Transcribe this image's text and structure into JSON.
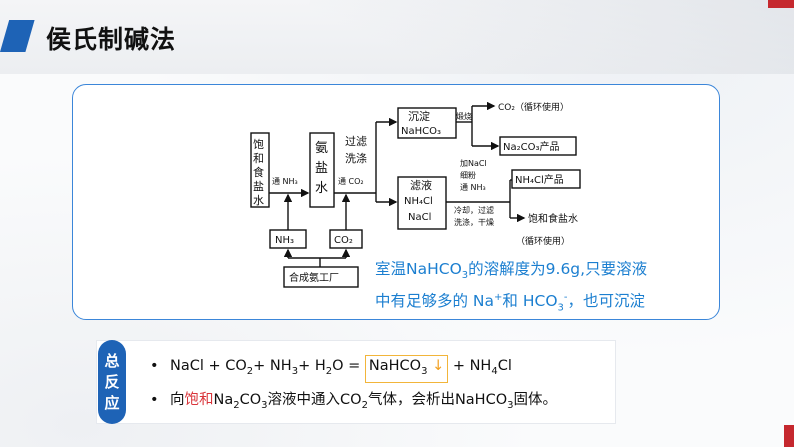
{
  "slide": {
    "title": "侯氏制碱法"
  },
  "diagram": {
    "boxes": {
      "brine": "饱和食盐水",
      "ammonia_brine": "氨盐水",
      "precipitate_line1": "沉淀",
      "precipitate_line2": "NaHCO₃",
      "filtrate_line1": "滤液",
      "filtrate_line2": "NH₄Cl",
      "filtrate_line3": "NaCl",
      "nh3": "NH₃",
      "co2": "CO₂",
      "plant": "合成氨工厂",
      "soda": "Na₂CO₃产品",
      "nh4cl_product": "NH₄Cl产品"
    },
    "labels": {
      "pass_nh3": "通 NH₃",
      "pass_co2": "通 CO₂",
      "filter_wash_1": "过滤",
      "filter_wash_2": "洗涤",
      "calcine": "煅烧",
      "co2_recycle": "CO₂（循环使用）",
      "add_nacl": "加NaCl",
      "fine_grain": "细粉",
      "pass_nh3_2": "通 NH₃",
      "cool_filter": "冷却，过滤",
      "wash_dry": "洗涤，干燥",
      "brine_out": "饱和食盐水",
      "recycle": "（循环使用）"
    }
  },
  "caption": {
    "line1_a": "室温NaHCO",
    "line1_sub": "3",
    "line1_b": "的溶解度为9.6g,只要溶液",
    "line2_a": "中有足够多的 Na",
    "line2_sup1": "+",
    "line2_b": "和 HCO",
    "line2_sub": "3",
    "line2_sup2": "-",
    "line2_c": "，也可沉淀"
  },
  "summary": {
    "tag": [
      "总",
      "反",
      "应"
    ],
    "row1": {
      "bullet": "•",
      "p1": "NaCl + CO",
      "s1": "2",
      "p2": "+ NH",
      "s2": "3",
      "p3": "+ H",
      "s3": "2",
      "p4": "O = ",
      "box_a": "NaHCO",
      "box_sub": "3",
      "arrow": "↓",
      "p5": " + NH",
      "s5": "4",
      "p6": "Cl"
    },
    "row2": {
      "bullet": "•",
      "p1": "向",
      "red": "饱和",
      "p2": "Na",
      "s2": "2",
      "p3": "CO",
      "s3": "3",
      "p4": "溶液中通入CO",
      "s4": "2",
      "p5": "气体，会析出NaHCO",
      "s5": "3",
      "p6": "固体。"
    }
  },
  "colors": {
    "accent_blue": "#1e63b6",
    "card_border": "#3b86d9",
    "caption_blue": "#1c7fd0",
    "red": "#d9343a",
    "highlight_orange": "#f2b53a"
  }
}
